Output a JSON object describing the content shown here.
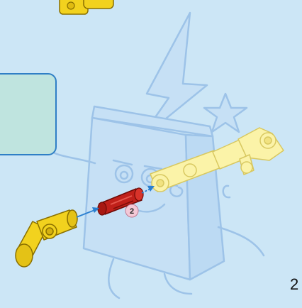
{
  "page": {
    "number": "2",
    "background": "#cce6f6"
  },
  "callout": {
    "fill": "#bfe4df",
    "border": "#2f7fc6"
  },
  "step": {
    "quantity_badge": "2"
  },
  "parts": {
    "connector_color": "#f2d21e",
    "pin_color": "#c0201a",
    "ghost_part_color": "#fbf3a8",
    "arrow_color": "#2a7fd0"
  },
  "icons": [
    "lightning-icon",
    "star-icon",
    "character-outline"
  ]
}
